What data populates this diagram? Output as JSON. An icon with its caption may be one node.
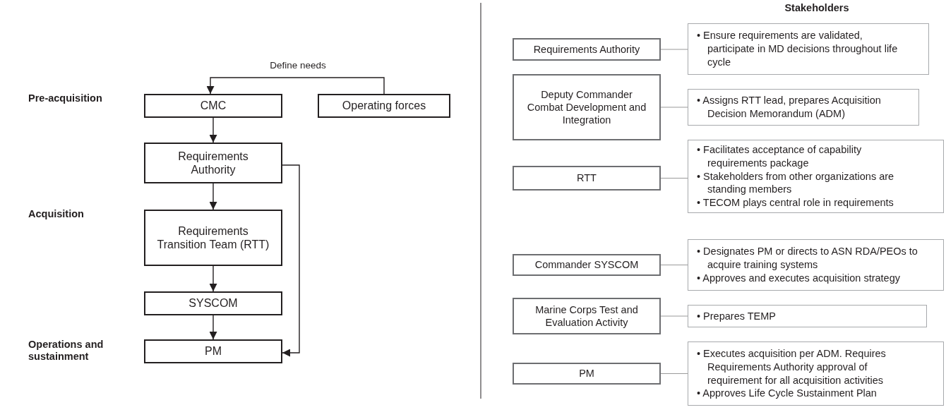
{
  "diagram": {
    "nodes": [
      {
        "text": [
          "CMC"
        ]
      },
      {
        "text": [
          "Operating forces"
        ]
      },
      {
        "text": [
          "Requirements Authority"
        ]
      },
      {
        "text": [
          "Requirements Transition Team (RTT)"
        ]
      },
      {
        "text": [
          "SYSCOM"
        ]
      },
      {
        "text": [
          "PM"
        ]
      },
      {
        "text": [
          "Requirements Authority"
        ]
      },
      {
        "text": [
          "• Ensure requirements are validated, participate in MD decisions throughout life cycle"
        ]
      },
      {
        "text": [
          "Deputy Commander Combat Development and Integration"
        ]
      },
      {
        "text": [
          "• Assigns RTT lead, prepares Acquisition Decision Memorandum (ADM)"
        ]
      },
      {
        "text": [
          "RTT"
        ]
      },
      {
        "text": [
          "• Facilitates acceptance of capability requirements package",
          "• Stakeholders from other organizations are standing members",
          "• TECOM plays central role in requirements"
        ]
      },
      {
        "text": [
          "Commander SYSCOM"
        ]
      },
      {
        "text": [
          "• Designates PM or directs to ASN RDA/PEOs to acquire training systems",
          "• Approves and executes acquisition strategy"
        ]
      },
      {
        "text": [
          "Marine Corps Test and Evaluation Activity"
        ]
      },
      {
        "text": [
          "• Prepares TEMP"
        ]
      },
      {
        "text": [
          "PM"
        ]
      },
      {
        "text": [
          "• Executes acquisition per ADM. Requires Requirements Authority approval of requirement for all acquisition activities",
          "• Approves Life Cycle Sustainment Plan"
        ]
      }
    ],
    "edges": [
      {
        "from": 1,
        "to": 0,
        "arrow": "to",
        "label": "Define needs"
      },
      {
        "from": 0,
        "to": 2,
        "arrow": "to"
      },
      {
        "from": 2,
        "to": 3,
        "arrow": "to"
      },
      {
        "from": 3,
        "to": 4,
        "arrow": "to"
      },
      {
        "from": 4,
        "to": 5,
        "arrow": "to"
      },
      {
        "from": 2,
        "to": 5,
        "arrow": "to"
      },
      {
        "from": 6,
        "to": 7,
        "arrow": "none",
        "color": "#9a9a9a"
      },
      {
        "from": 8,
        "to": 9,
        "arrow": "none",
        "color": "#9a9a9a"
      },
      {
        "from": 10,
        "to": 11,
        "arrow": "none",
        "color": "#9a9a9a"
      },
      {
        "from": 12,
        "to": 13,
        "arrow": "none",
        "color": "#9a9a9a"
      },
      {
        "from": 14,
        "to": 15,
        "arrow": "none",
        "color": "#9a9a9a"
      },
      {
        "from": 16,
        "to": 17,
        "arrow": "none",
        "color": "#9a9a9a"
      }
    ],
    "labels": [
      "Stakeholders",
      "Pre-acquisition",
      "Acquisition",
      "Operations and sustainment"
    ]
  }
}
